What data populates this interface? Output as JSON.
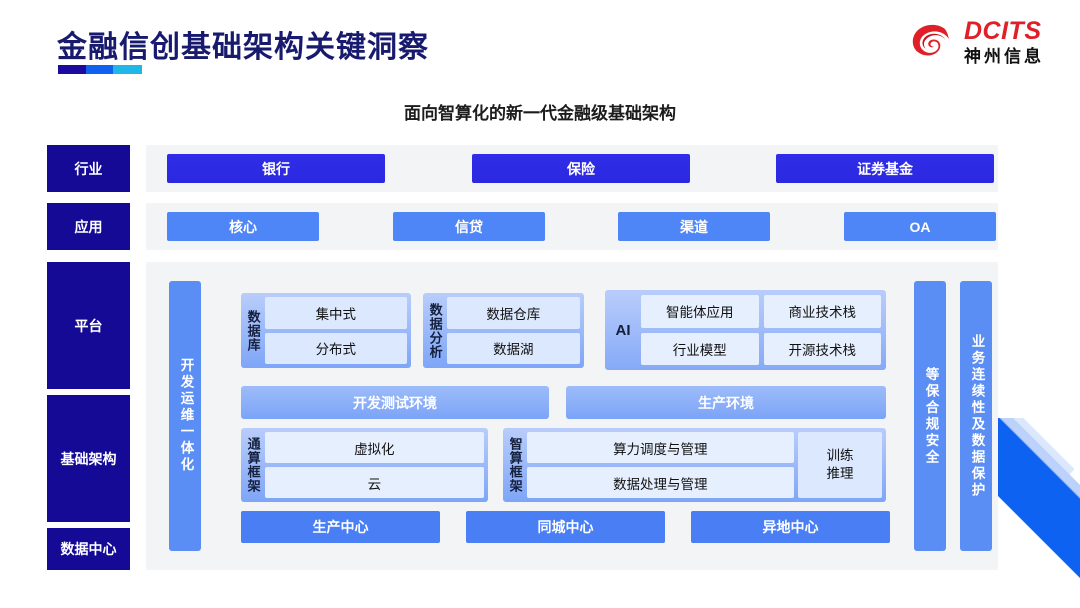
{
  "header": {
    "title": "金融信创基础架构关键洞察",
    "logo": {
      "icon": "dcits-swirl-icon",
      "en": "DCITS",
      "cn": "神州信息"
    },
    "subtitle": "面向智算化的新一代金融级基础架构"
  },
  "colors": {
    "navy": "#140a96",
    "indigo": "#2f2de8",
    "blue": "#4f86f7",
    "panel": "#f3f4f6",
    "title": "#181a6e",
    "logo_red": "#e01f28"
  },
  "rows": {
    "industry": {
      "label": "行业",
      "items": [
        "银行",
        "保险",
        "证券基金"
      ]
    },
    "application": {
      "label": "应用",
      "items": [
        "核心",
        "信贷",
        "渠道",
        "OA"
      ]
    },
    "platform": {
      "label": "平台"
    },
    "infrastructure": {
      "label": "基础架构"
    },
    "datacenter": {
      "label": "数据中心",
      "items": [
        "生产中心",
        "同城中心",
        "异地中心"
      ]
    }
  },
  "devops_bar": {
    "label": "开发运维一体化"
  },
  "side_bars": [
    {
      "label": "等保合规安全"
    },
    {
      "label": "业务连续性及数据保护"
    }
  ],
  "groups": {
    "database": {
      "label": "数据库",
      "items": [
        "集中式",
        "分布式"
      ]
    },
    "data_analysis": {
      "label": "数据分析",
      "items": [
        "数据仓库",
        "数据湖"
      ]
    },
    "ai": {
      "label": "AI",
      "items": [
        "智能体应用",
        "商业技术栈",
        "行业模型",
        "开源技术栈"
      ]
    },
    "general_compute": {
      "label": "通算框架",
      "items": [
        "虚拟化",
        "云"
      ]
    },
    "intelligent_compute": {
      "label": "智算框架",
      "items": [
        "算力调度与管理",
        "数据处理与管理"
      ],
      "side": "训练\n推理"
    }
  },
  "environments": [
    "开发测试环境",
    "生产环境"
  ]
}
